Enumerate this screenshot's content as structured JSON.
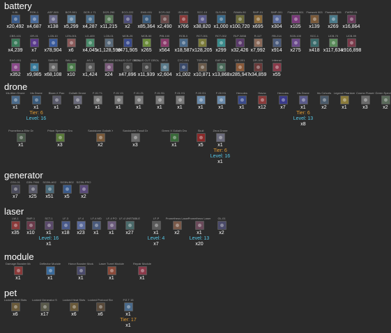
{
  "sections": [
    {
      "title": "battery",
      "items": [
        {
          "label": "X-BL",
          "count": "x20,492",
          "color": "#3a5b8a"
        },
        {
          "label": "ROK-1",
          "count": "x4,687",
          "color": "#4a6b9a"
        },
        {
          "label": "ASF-500",
          "count": "x138",
          "color": "#6a6a8a"
        },
        {
          "label": "BCR-501",
          "count": "x5,299",
          "color": "#5c7f9c"
        },
        {
          "label": "BCR-1 71",
          "count": "x4,287",
          "color": "#4c6f8c"
        },
        {
          "label": "DCR-250",
          "count": "x11,215",
          "color": "#5a7a5a"
        },
        {
          "label": "ECO-222",
          "count": "x2",
          "color": "#4d4d7a"
        },
        {
          "label": "EM0-001",
          "count": "x85,364",
          "color": "#3a5a7a"
        },
        {
          "label": "ECR-002",
          "count": "x2,490",
          "color": "#6a4a4a"
        },
        {
          "label": "ISO-001",
          "count": "x766",
          "color": "#8a3a3a"
        },
        {
          "label": "SCC-10",
          "count": "x38,820",
          "color": "#5a5a8a"
        },
        {
          "label": "SLS-001",
          "count": "x1,000",
          "color": "#3a6a8a"
        },
        {
          "label": "RAMA-50",
          "count": "x100,720",
          "color": "#6a6a3a"
        },
        {
          "label": "SMP-01",
          "count": "x695",
          "color": "#8a6a3a"
        },
        {
          "label": "SMP-001",
          "count": "x304",
          "color": "#5a6a9a"
        },
        {
          "label": "Firework 001",
          "count": "x105",
          "color": "#7a3a7a"
        },
        {
          "label": "Firework 003",
          "count": "x139",
          "color": "#7a5a3a"
        },
        {
          "label": "Firework 005",
          "count": "x269",
          "color": "#4a7a8a"
        },
        {
          "label": "FWRE-01",
          "count": "x16,864",
          "color": "#6a3a5a"
        },
        {
          "label": "CBS-101",
          "count": "x4,239",
          "color": "#3a7a5a"
        },
        {
          "label": "GR-01",
          "count": "x7",
          "color": "#5a3a8a"
        },
        {
          "label": "LCB-10",
          "count": "x78,904",
          "color": "#3a5a9a"
        },
        {
          "label": "LEN-001",
          "count": "x6",
          "color": "#8a5a5a"
        },
        {
          "label": "LG-400",
          "count": "x4,045",
          "color": "#4a8a6a"
        },
        {
          "label": "LCB-01",
          "count": "x1,128,599",
          "color": "#5a6a7a"
        },
        {
          "label": "MCB-25",
          "count": "x471,905",
          "color": "#3a4a8a"
        },
        {
          "label": "MCB-50",
          "count": "x265",
          "color": "#6a8a3a"
        },
        {
          "label": "PIB-100",
          "count": "x564",
          "color": "#8a3a6a"
        },
        {
          "label": "RCB-0",
          "count": "x18,587",
          "color": "#4a6a8a"
        },
        {
          "label": "RCT-001",
          "count": "x128,205",
          "color": "#7a7a3a"
        },
        {
          "label": "RCT-002",
          "count": "x299",
          "color": "#3a8a8a"
        },
        {
          "label": "RLP-3838",
          "count": "x32,426",
          "color": "#5a3a6a"
        },
        {
          "label": "R-117",
          "count": "x7,992",
          "color": "#8a6a5a"
        },
        {
          "label": "RB-214",
          "count": "x914",
          "color": "#4a5a7a"
        },
        {
          "label": "SCB-100",
          "count": "x275",
          "color": "#6a4a8a"
        },
        {
          "label": "SCC-1",
          "count": "x418",
          "color": "#3a6a6a"
        },
        {
          "label": "UCB-70",
          "count": "x117,634",
          "color": "#5a8a5a"
        },
        {
          "label": "UCB-99",
          "count": "x916,898",
          "color": "#7a3a4a"
        },
        {
          "label": "EAG-001",
          "count": "x352",
          "color": "#8a4a8a"
        },
        {
          "label": "Y001",
          "count": "x9,985",
          "color": "#3a7a9a"
        },
        {
          "label": "SAB-50",
          "count": "x68,108",
          "color": "#6a6a6a"
        },
        {
          "label": "BAL-100",
          "count": "x10",
          "color": "#4a7a4a"
        },
        {
          "label": "AS-1",
          "count": "x1,424",
          "color": "#5a5a5a"
        },
        {
          "label": "SP-1000",
          "count": "x24",
          "color": "#7a5a7a"
        },
        {
          "label": "BONUS CUT GROUP A",
          "count": "x47,896",
          "color": "#4a4a4a"
        },
        {
          "label": "BONUS CUT GROUP B",
          "count": "x11,939",
          "color": "#4a4a4a"
        },
        {
          "label": "SR-1",
          "count": "x2,604",
          "color": "#5a7a8a"
        },
        {
          "label": "CYC-001",
          "count": "x1,002",
          "color": "#3a4a6a"
        },
        {
          "label": "TSR-000",
          "count": "x10,871",
          "color": "#6a5a4a"
        },
        {
          "label": "EAF-001",
          "count": "x13,868",
          "color": "#4a6a5a"
        },
        {
          "label": "CIS-001",
          "count": "x285,947",
          "color": "#8a5a3a"
        },
        {
          "label": "DR-100",
          "count": "x34,859",
          "color": "#6a3a3a"
        },
        {
          "label": "Infernal",
          "count": "x55",
          "color": "#8a3a4a"
        }
      ]
    },
    {
      "title": "drone",
      "items": [
        {
          "label": "Iris Alien Drone",
          "count": "x1",
          "color": "#4a6a8a"
        },
        {
          "label": "Iris Drone",
          "count": "x1",
          "extra": "Tier: 6",
          "extra_kind": "tier",
          "extra2": "Level: 16",
          "color": "#3a5a7a"
        },
        {
          "label": "Blaze-X Flax",
          "count": "x1",
          "color": "#5a5a6a"
        },
        {
          "label": "Goliath Drone",
          "count": "x3",
          "color": "#6a6a7a"
        },
        {
          "label": "F-01 T1",
          "count": "x1",
          "color": "#7a7a7a"
        },
        {
          "label": "F-01 V1",
          "count": "x1",
          "color": "#7a7a7a"
        },
        {
          "label": "F-01 Z1",
          "count": "x1",
          "color": "#7a7a7a"
        },
        {
          "label": "F-01 B1",
          "count": "x1",
          "color": "#7a7a7a"
        },
        {
          "label": "F-01 H1",
          "count": "x1",
          "color": "#7a7a7a"
        },
        {
          "label": "F-00 G1",
          "count": "x1",
          "color": "#6a8aaa"
        },
        {
          "label": "F-00 H1",
          "count": "x1",
          "color": "#6a8aaa"
        },
        {
          "label": "Hercules",
          "count": "x1",
          "color": "#3a4a8a"
        },
        {
          "label": "Havoc",
          "count": "x12",
          "color": "#8a3a3a"
        },
        {
          "label": "Hercules",
          "count": "x7",
          "color": "#3a3a8a"
        },
        {
          "label": "Iris Drone",
          "count": "x1",
          "extra": "Tier: 6",
          "extra_kind": "tier",
          "extra2": "Level: 13",
          "extra3": "x8",
          "color": "#5a5a8a"
        },
        {
          "label": "Iris Cohorts",
          "count": "x2",
          "color": "#4a5a6a"
        },
        {
          "label": "Legend Phantom",
          "count": "x1",
          "color": "#8a7a3a"
        },
        {
          "label": "Cosmo Flower",
          "count": "x3",
          "color": "#6a6a6a"
        },
        {
          "label": "Green Spectrum",
          "count": "x2",
          "color": "#5a6a5a"
        },
        {
          "label": "Prometheus Elite Drone Design",
          "count": "x1",
          "color": "#4a5a4a"
        },
        {
          "label": "Prism Spectrum Drone Design",
          "count": "x3",
          "color": "#5a7a3a"
        },
        {
          "label": "Sandstorm Goliath X Drone",
          "count": "x2",
          "color": "#7a5a3a"
        },
        {
          "label": "Sandstorm Fossil Drone Design",
          "count": "x3",
          "color": "#6a6a6a"
        },
        {
          "label": "Green X Goliath Drone",
          "count": "x1",
          "color": "#3a6a3a"
        },
        {
          "label": "Skull",
          "count": "x5",
          "color": "#8a2a2a"
        },
        {
          "label": "Zeus Drone",
          "count": "x1",
          "extra": "Tier: 6",
          "extra_kind": "tier",
          "extra2": "Level: 16",
          "extra3": "x1",
          "color": "#6a6a7a"
        }
      ]
    },
    {
      "title": "generator",
      "items": [
        {
          "label": "G3X-01",
          "count": "x7",
          "color": "#4a4a5a"
        },
        {
          "label": "G3N-7900",
          "count": "x25",
          "color": "#5a5a6a"
        },
        {
          "label": "SG3N-A02",
          "count": "x51",
          "color": "#4a6a7a"
        },
        {
          "label": "SG3N-B02",
          "count": "x5",
          "color": "#3a5a8a"
        },
        {
          "label": "SG3N-PRO",
          "count": "x2",
          "color": "#5a4a7a"
        }
      ]
    },
    {
      "title": "laser",
      "items": [
        {
          "label": "LW-1",
          "count": "x35",
          "color": "#8a3a3a"
        },
        {
          "label": "SMP-1",
          "count": "x10",
          "color": "#6a3a4a"
        },
        {
          "label": "SCT-1",
          "count": "x1",
          "extra": "Level: 16",
          "extra_kind": "level",
          "extra2": "x1",
          "color": "#5a4a6a"
        },
        {
          "label": "LF-3",
          "count": "x18",
          "color": "#4a5a8a"
        },
        {
          "label": "LF-4",
          "count": "x23",
          "color": "#5a6a9a"
        },
        {
          "label": "LF-4 MD",
          "count": "x1",
          "color": "#4a5a7a"
        },
        {
          "label": "LF-4 PO",
          "count": "x1",
          "color": "#6a5a7a"
        },
        {
          "label": "LF-4 UNSTABLE",
          "count": "x27",
          "color": "#4a6a6a"
        },
        {
          "label": "LF-P",
          "count": "x1",
          "extra": "Level: 4",
          "extra_kind": "level",
          "extra2": "x7",
          "color": "#5a5a5a"
        },
        {
          "label": "Prometheus Laser",
          "count": "x2",
          "color": "#7a5a4a"
        },
        {
          "label": "Prometheus Laser",
          "count": "x1",
          "extra": "Level: 13",
          "extra_kind": "level",
          "extra2": "x20",
          "color": "#6a4a5a"
        },
        {
          "label": "GL-01",
          "count": "x2",
          "color": "#4a4a6a"
        }
      ]
    },
    {
      "title": "module",
      "items": [
        {
          "label": "Damage Booster Module",
          "count": "x1",
          "color": "#8a3a3a"
        },
        {
          "label": "Deflector Module",
          "count": "x1",
          "color": "#3a6a9a"
        },
        {
          "label": "Honor Booster Module",
          "count": "x1",
          "color": "#4a4a6a"
        },
        {
          "label": "Laser Turret Module - Mid Range",
          "count": "x1",
          "color": "#8a4a3a"
        },
        {
          "label": "Repair Module",
          "count": "x1",
          "color": "#8a3a4a"
        }
      ]
    },
    {
      "title": "pet",
      "items": [
        {
          "label": "Locked Heat Slots",
          "count": "x6",
          "color": "#6a5a3a"
        },
        {
          "label": "Locked Generator Slots",
          "count": "x17",
          "color": "#5a5a4a"
        },
        {
          "label": "Locked Heat Slots",
          "count": "x6",
          "color": "#6a5a3a"
        },
        {
          "label": "Locked Protocol Slots",
          "count": "x6",
          "color": "#5a4a3a"
        },
        {
          "label": "P.E.T 15",
          "count": "x1",
          "extra": "Tier: 17",
          "extra_kind": "tier",
          "extra2": "x1",
          "color": "#4a6a8a"
        }
      ]
    }
  ]
}
